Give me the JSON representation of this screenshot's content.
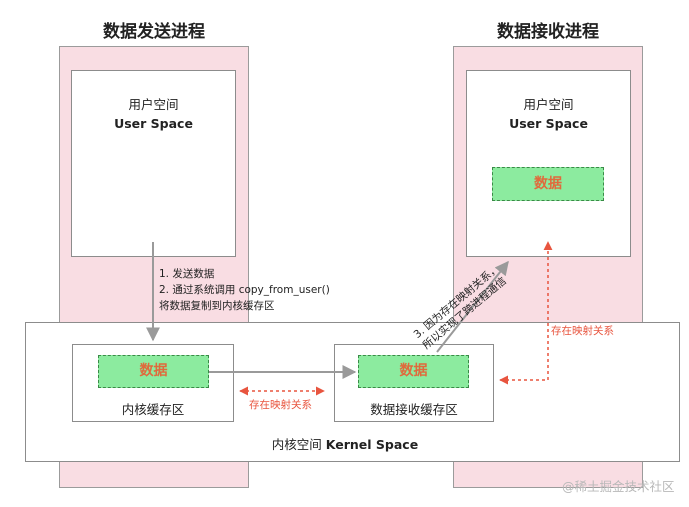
{
  "sender": {
    "title": "数据发送进程",
    "user_space_cn": "用户空间",
    "user_space_en": "User Space"
  },
  "receiver": {
    "title": "数据接收进程",
    "user_space_cn": "用户空间",
    "user_space_en": "User Space",
    "data_label": "数据"
  },
  "kernel": {
    "label_cn": "内核空间",
    "label_en": "Kernel Space",
    "kernel_buffer": {
      "data_label": "数据",
      "caption": "内核缓存区"
    },
    "receive_buffer": {
      "data_label": "数据",
      "caption": "数据接收缓存区"
    }
  },
  "steps": {
    "step1": "1.  发送数据",
    "step2": "2.  通过系统调用 copy_from_user()",
    "step2_detail": "将数据复制到内核缓存区",
    "step3_line1": "3. 因为存在映射关系，",
    "step3_line2": "所以实现了跨进程通信"
  },
  "notes": {
    "mapping_bottom": "存在映射关系",
    "mapping_right": "存在映射关系"
  },
  "watermark": "@稀土掘金技术社区",
  "colors": {
    "pink_column": "#f9dde3",
    "data_chip": "#8ceb9f",
    "accent_red": "#e8553f",
    "arrow_gray": "#9a9a9a"
  }
}
